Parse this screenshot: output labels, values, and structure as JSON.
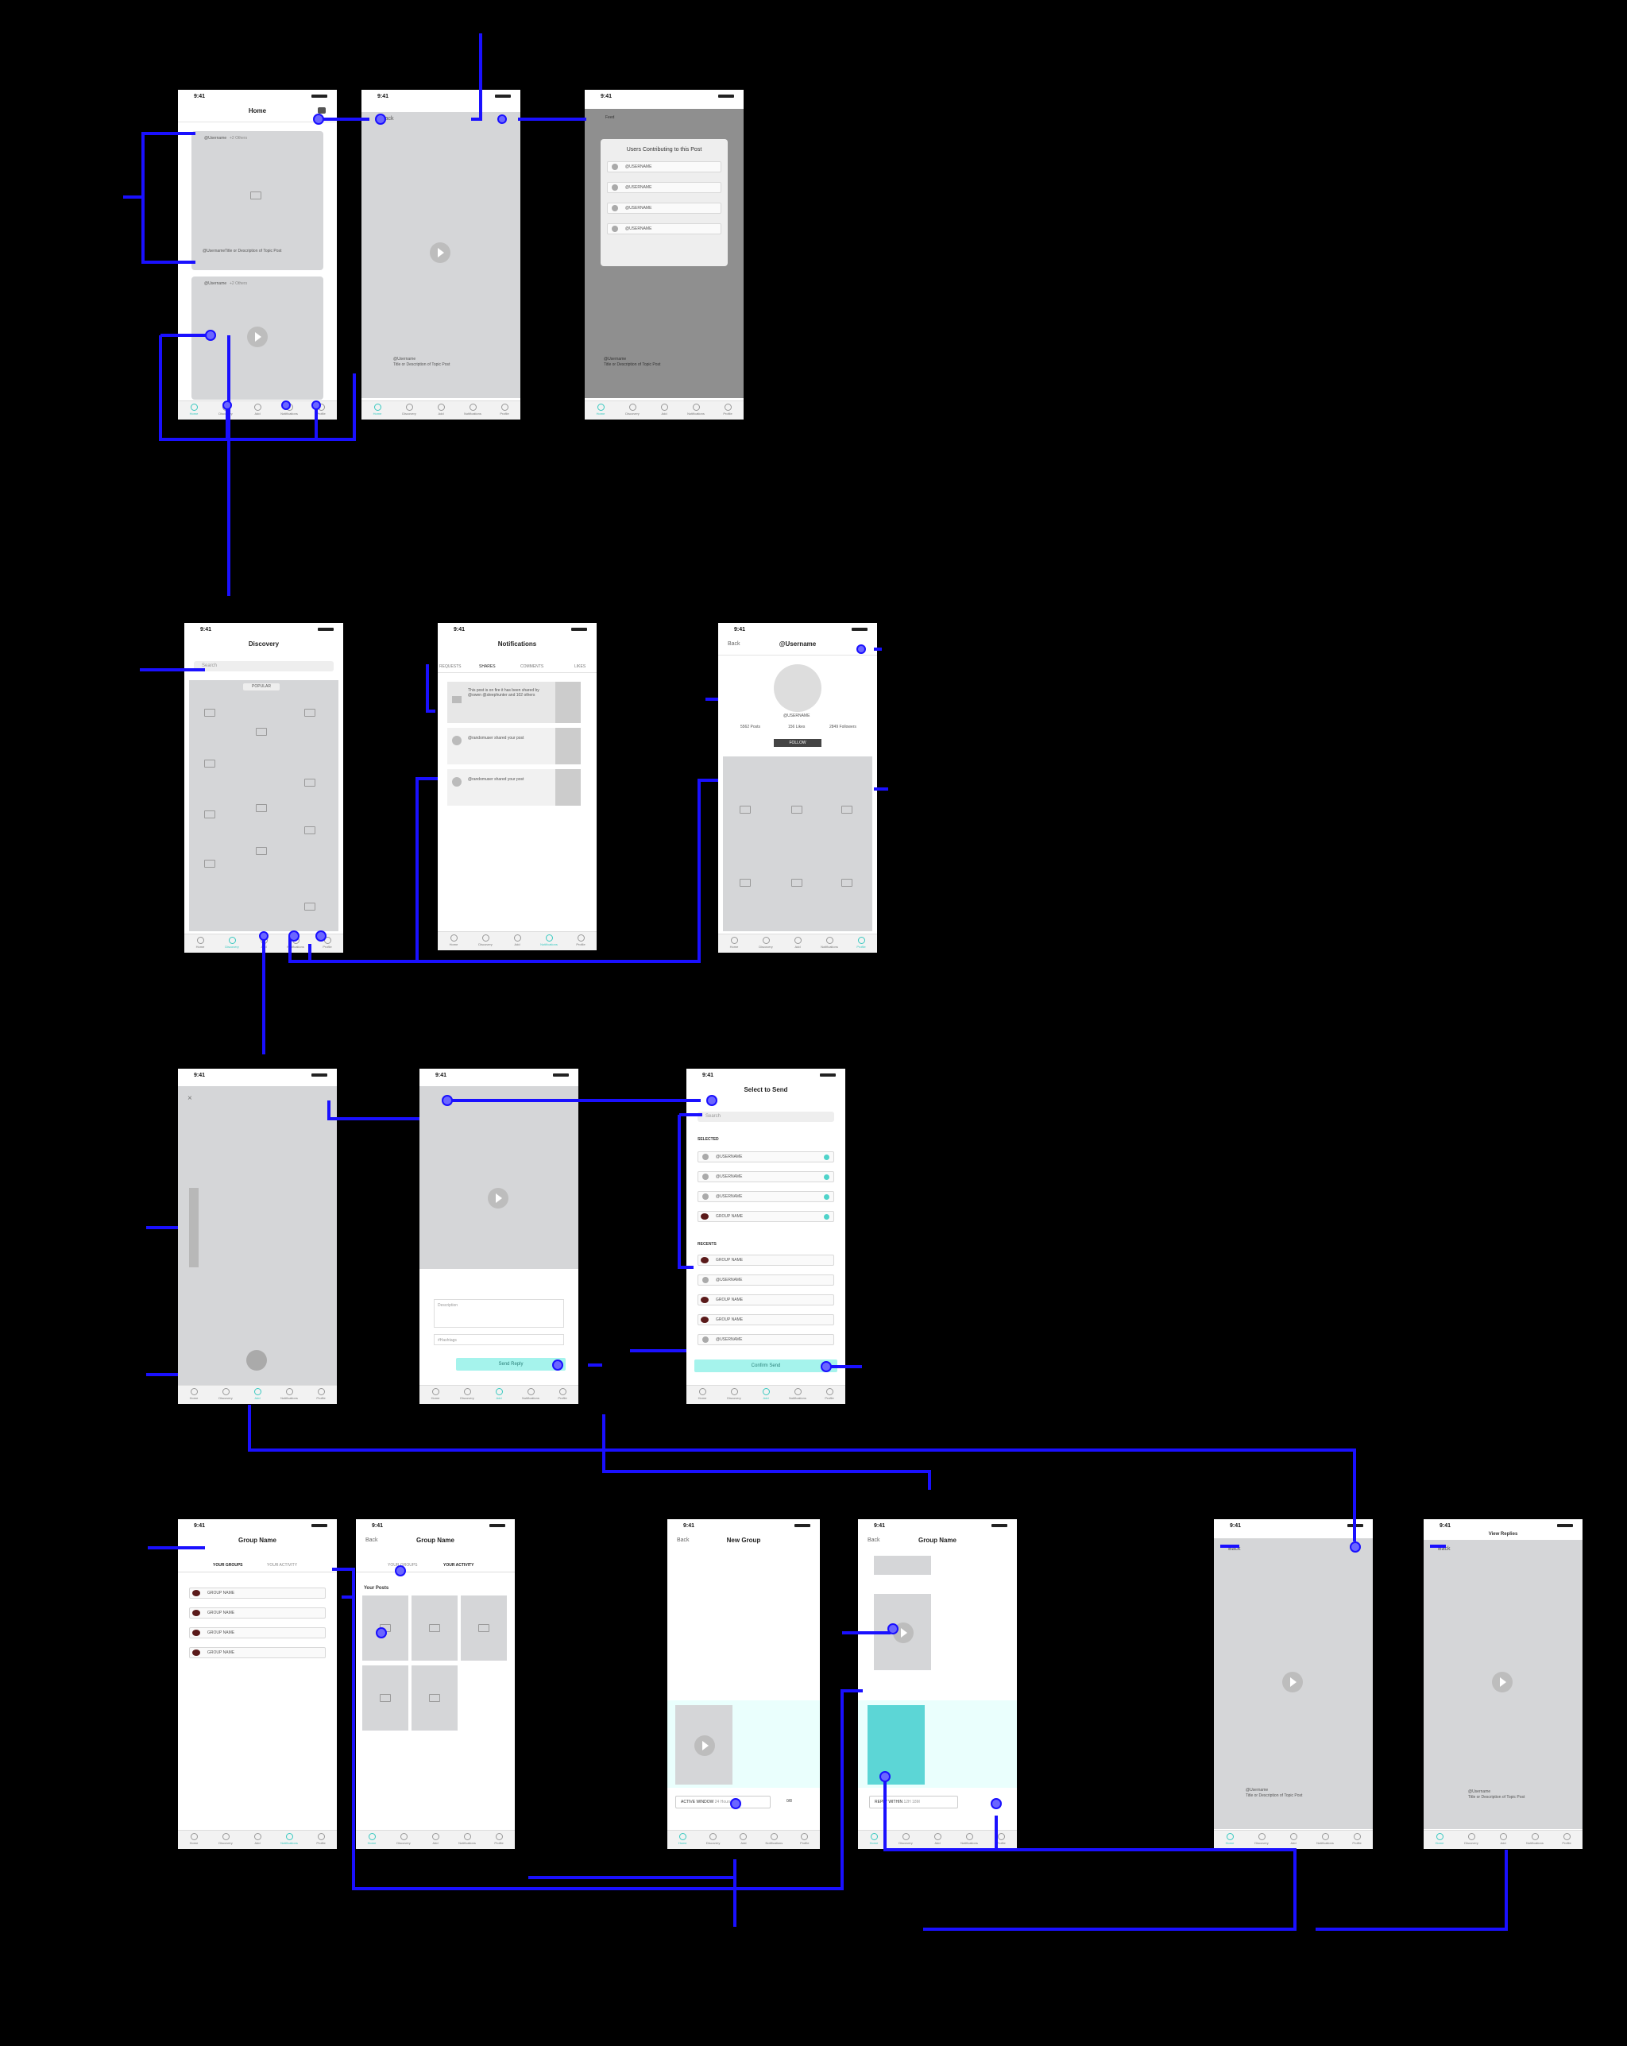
{
  "status_time": "9:41",
  "nav_labels": [
    "Home",
    "Discovery",
    "Add",
    "Notifications",
    "Profile"
  ],
  "colors": {
    "wire": "#1a10ff",
    "accent": "#39c9c0",
    "button": "#a5f3ec",
    "placeholder": "#d5d6d8"
  },
  "home": {
    "title": "Home",
    "post_user": "@Username",
    "post_others": "+2 Others",
    "post_title": "Title or Description of Topic Post",
    "post_sub": "@Username",
    "post2_user": "@Username",
    "post2_others": "+2 Others"
  },
  "video": {
    "back": "Back",
    "user": "@Username",
    "caption": "Title or Description of Topic Post"
  },
  "contributors": {
    "back": "Feed",
    "title": "Users Contributing to this Post",
    "users": [
      "@USERNAME",
      "@USERNAME",
      "@USERNAME",
      "@USERNAME"
    ],
    "user": "@Username",
    "caption": "Title or Description of Topic Post"
  },
  "discovery": {
    "title": "Discovery",
    "search": "Search",
    "badge": "POPULAR"
  },
  "notifications": {
    "title": "Notifications",
    "tabs": [
      "REQUESTS",
      "SHARES",
      "COMMENTS",
      "LIKES"
    ],
    "items": [
      "This post is on fire it has been shared by @owen @sleephunter and 102 others",
      "@randomuser shared your post",
      "@randomuser shared your post"
    ]
  },
  "profile": {
    "back": "Back",
    "title": "@Username",
    "handle": "@USERNAME",
    "follow": "FOLLOW",
    "stats": [
      "5562 Posts",
      "156 Likes",
      "2849 Followers"
    ]
  },
  "create": {
    "close": "×"
  },
  "reply": {
    "description": "Description",
    "hashtags": "#Hashtags",
    "send": "Send Reply"
  },
  "select": {
    "title": "Select to Send",
    "search": "Search",
    "selected_label": "SELECTED",
    "selected": [
      "@USERNAME",
      "@USERNAME",
      "@USERNAME",
      "GROUP NAME"
    ],
    "recents_label": "RECENTS",
    "recents": [
      "GROUP NAME",
      "@USERNAME",
      "GROUP NAME",
      "GROUP NAME",
      "@USERNAME"
    ],
    "confirm": "Confirm Send"
  },
  "groups": {
    "title": "Group Name",
    "tabs": [
      "YOUR GROUPS",
      "YOUR ACTIVITY"
    ],
    "items": [
      "GROUP NAME",
      "GROUP NAME",
      "GROUP NAME",
      "GROUP NAME"
    ]
  },
  "group_activity": {
    "back": "Back",
    "title": "Group Name",
    "tabs": [
      "YOUR GROUPS",
      "YOUR ACTIVITY"
    ],
    "posts_label": "Your Posts"
  },
  "new_group": {
    "back": "Back",
    "title": "New Group",
    "window": "ACTIVE WINDOW",
    "window_value": "24 Hours",
    "count": "0/8"
  },
  "group_chat": {
    "back": "Back",
    "title": "Group Name",
    "reply_within": "REPLY WITHIN",
    "reply_value": "12H 18M"
  },
  "view_replies": {
    "back": "Back",
    "title": "View Replies",
    "user": "@Username",
    "caption": "Title or Description of Topic Post"
  },
  "video2": {
    "back": "Back",
    "user": "@Username",
    "caption": "Title or Description of Topic Post"
  }
}
